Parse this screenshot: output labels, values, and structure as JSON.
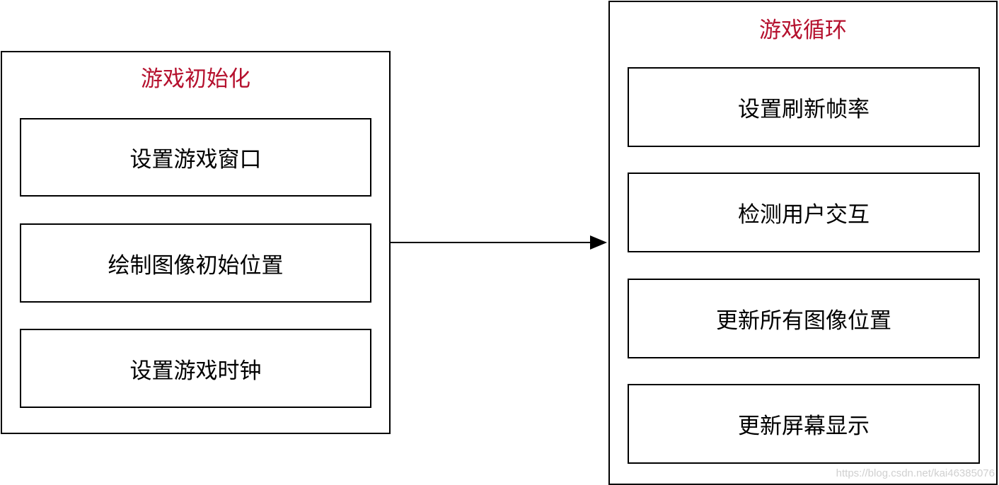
{
  "colors": {
    "title": "#b5112e",
    "border": "#000000",
    "text": "#000000",
    "watermark": "#d0d0d0"
  },
  "init_group": {
    "title": "游戏初始化",
    "steps": [
      "设置游戏窗口",
      "绘制图像初始位置",
      "设置游戏时钟"
    ]
  },
  "loop_group": {
    "title": "游戏循环",
    "steps": [
      "设置刷新帧率",
      "检测用户交互",
      "更新所有图像位置",
      "更新屏幕显示"
    ]
  },
  "watermark": "https://blog.csdn.net/kai46385076"
}
